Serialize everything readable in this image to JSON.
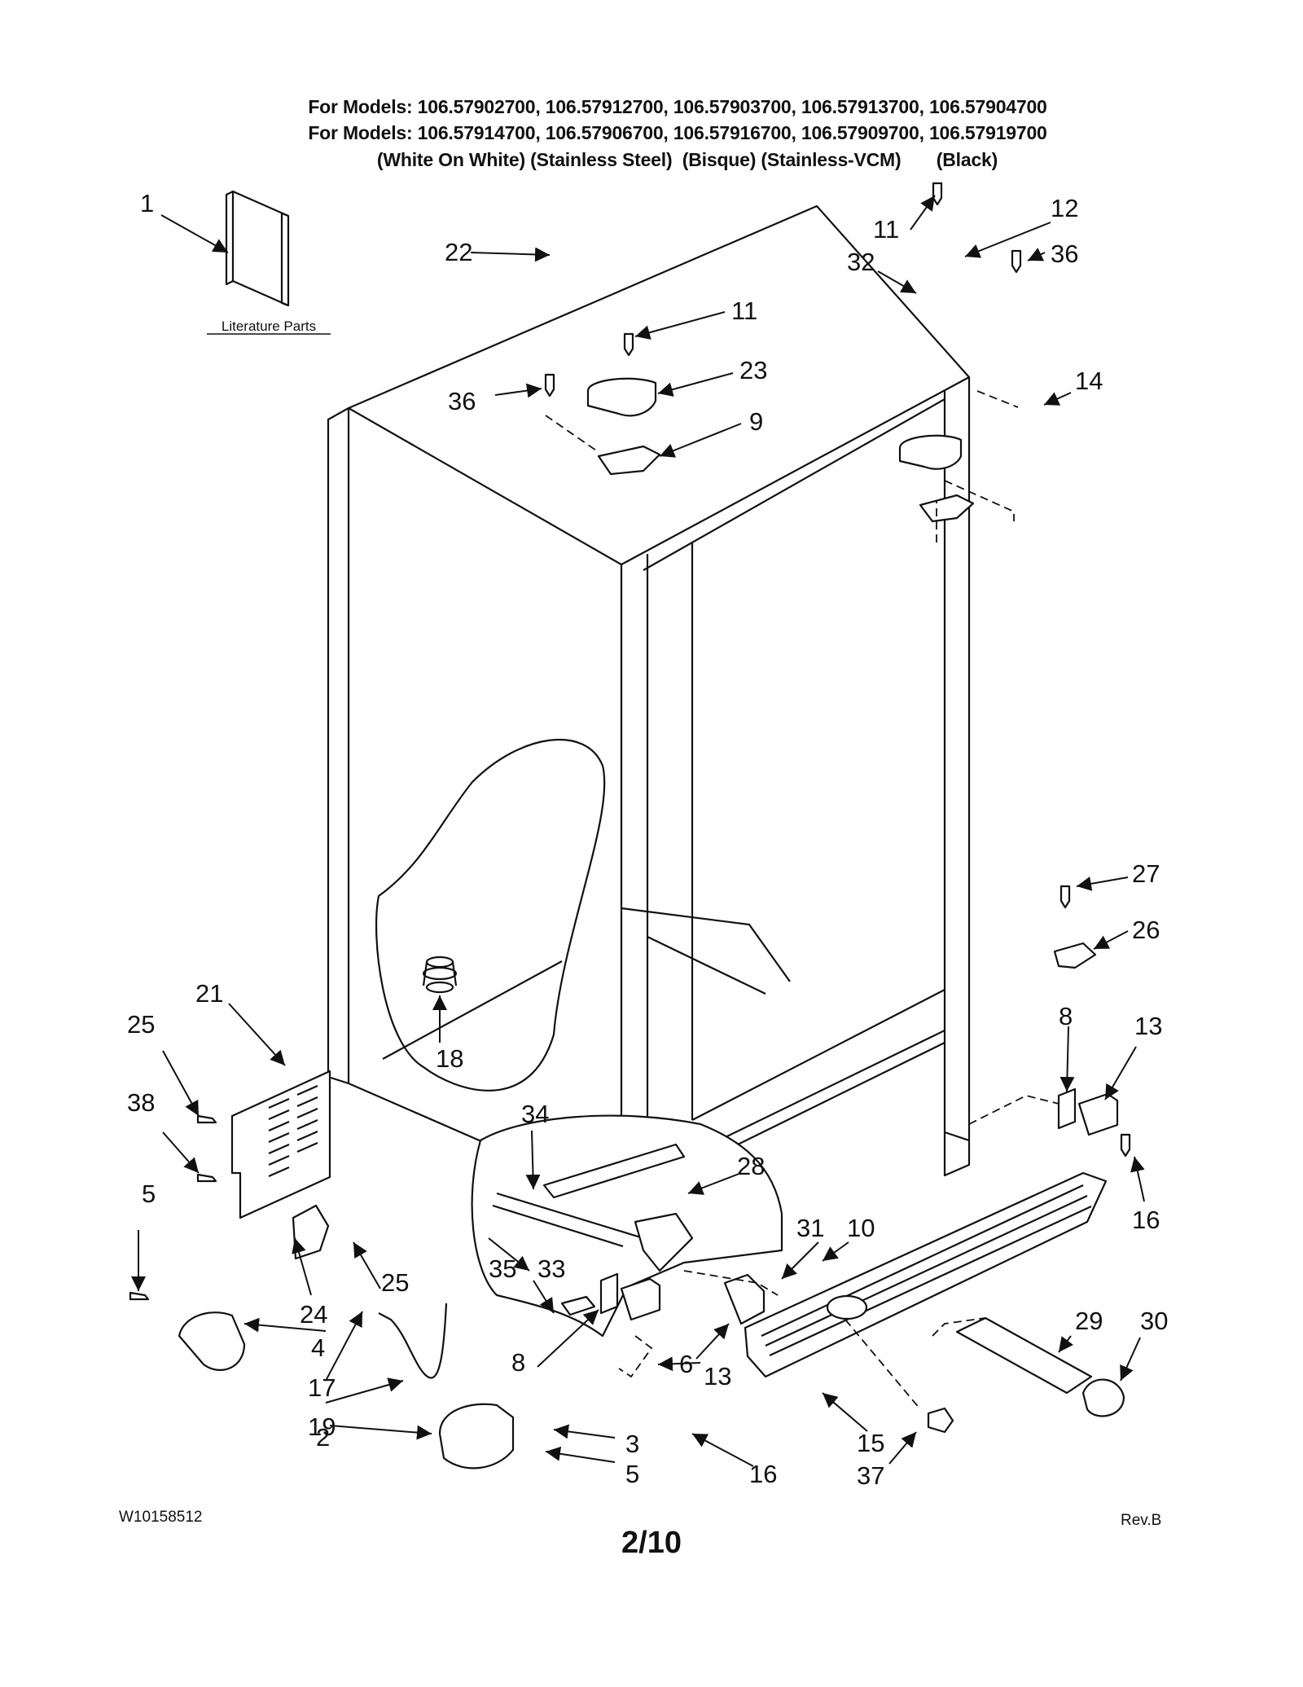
{
  "header": {
    "line1": "For Models: 106.57902700, 106.57912700, 106.57903700, 106.57913700, 106.57904700",
    "line2": "For Models: 106.57914700, 106.57906700, 106.57916700, 106.57909700, 106.57919700",
    "line3": "(White On White) (Stainless Steel)  (Bisque) (Stainless-VCM)       (Black)"
  },
  "literature_label": "Literature Parts",
  "callouts": [
    "1",
    "22",
    "11",
    "23",
    "36",
    "9",
    "11",
    "12",
    "32",
    "36",
    "14",
    "27",
    "26",
    "21",
    "25",
    "38",
    "18",
    "8",
    "13",
    "16",
    "34",
    "28",
    "31",
    "10",
    "5",
    "24",
    "25",
    "35",
    "33",
    "29",
    "30",
    "4",
    "17",
    "19",
    "6",
    "8",
    "13",
    "2",
    "3",
    "5",
    "16",
    "15",
    "37"
  ],
  "footer": {
    "doc_number": "W10158512",
    "page": "2/10",
    "revision": "Rev.B"
  }
}
